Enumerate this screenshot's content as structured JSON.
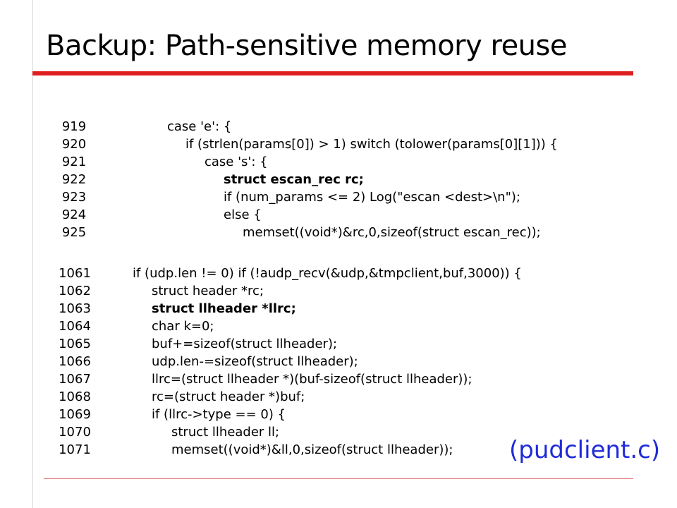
{
  "slide": {
    "title": "Backup: Path-sensitive memory reuse",
    "filename_label": "(pudclient.c)",
    "colors": {
      "title_rule": "#e02020",
      "filename": "#1f2bd8",
      "bottom_rule": "#e07070"
    }
  },
  "code_blocks": [
    {
      "lines": [
        {
          "num": "919",
          "text": "case 'e': {",
          "bold": false
        },
        {
          "num": "920",
          "text": "if (strlen(params[0]) > 1) switch (tolower(params[0][1])) {",
          "bold": false
        },
        {
          "num": "921",
          "text": "case 's': {",
          "bold": false
        },
        {
          "num": "922",
          "text": "struct escan_rec rc;",
          "bold": true
        },
        {
          "num": "923",
          "text": "if (num_params <= 2) Log(\"escan <dest>\\n\");",
          "bold": false
        },
        {
          "num": "924",
          "text": "else {",
          "bold": false
        },
        {
          "num": "925",
          "text": "memset((void*)&rc,0,sizeof(struct escan_rec));",
          "bold": false
        }
      ]
    },
    {
      "lines": [
        {
          "num": "1061",
          "text": "if (udp.len != 0) if (!audp_recv(&udp,&tmpclient,buf,3000)) {",
          "bold": false
        },
        {
          "num": "1062",
          "text": "struct header *rc;",
          "bold": false
        },
        {
          "num": "1063",
          "text": "struct llheader *llrc;",
          "bold": true
        },
        {
          "num": "1064",
          "text": "char k=0;",
          "bold": false
        },
        {
          "num": "1065",
          "text": "buf+=sizeof(struct llheader);",
          "bold": false
        },
        {
          "num": "1066",
          "text": "udp.len-=sizeof(struct llheader);",
          "bold": false
        },
        {
          "num": "1067",
          "text": "llrc=(struct llheader *)(buf-sizeof(struct llheader));",
          "bold": false
        },
        {
          "num": "1068",
          "text": "rc=(struct header *)buf;",
          "bold": false
        },
        {
          "num": "1069",
          "text": "if (llrc->type == 0) {",
          "bold": false
        },
        {
          "num": "1070",
          "text": "struct llheader ll;",
          "bold": false
        },
        {
          "num": "1071",
          "text": "memset((void*)&ll,0,sizeof(struct llheader));",
          "bold": false
        }
      ]
    }
  ]
}
